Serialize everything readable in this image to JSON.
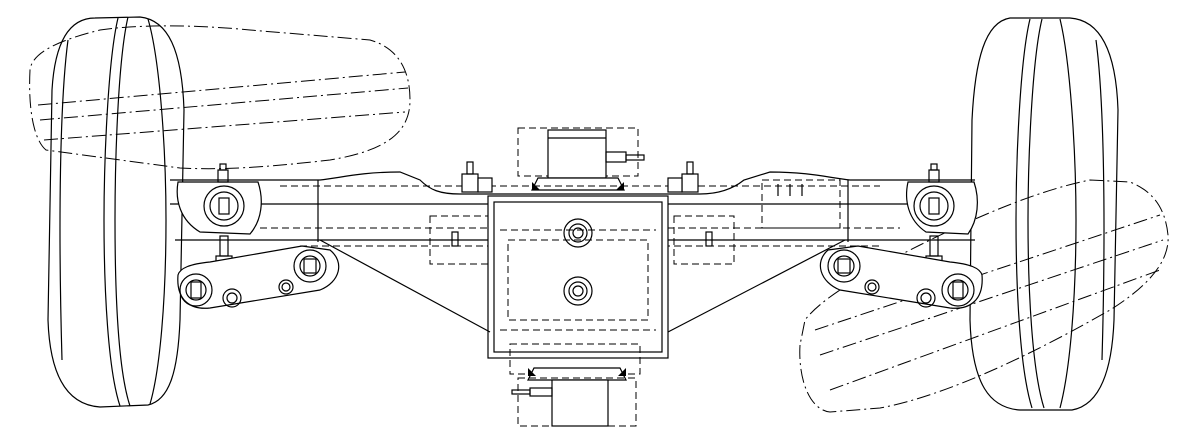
{
  "drawing": {
    "type": "technical-line-drawing",
    "subject": "axle-suspension-assembly-front-view",
    "line_color": "#000000",
    "background": "#ffffff",
    "wheel_count": 2,
    "steered_wheel_ghost_count": 2,
    "text_labels": []
  }
}
